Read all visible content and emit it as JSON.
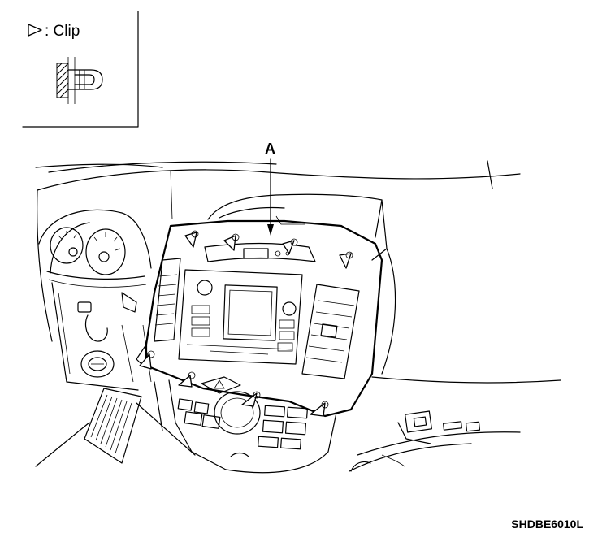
{
  "legend": {
    "symbol_label": ": Clip"
  },
  "callout": {
    "label": "A"
  },
  "figure_code": "SHDBE6010L",
  "clip_markers": [
    {
      "id": "top-left"
    },
    {
      "id": "top-center-left"
    },
    {
      "id": "top-center-right"
    },
    {
      "id": "top-right"
    },
    {
      "id": "left-side"
    },
    {
      "id": "bottom-center-left"
    },
    {
      "id": "bottom-center-right"
    },
    {
      "id": "bottom-right"
    }
  ]
}
